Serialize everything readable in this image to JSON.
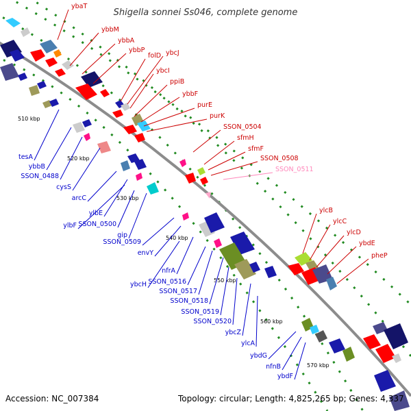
{
  "title": "Shigella sonnei Ss046, complete genome",
  "footer": {
    "accession": "Accession: NC_007384",
    "summary": "Topology: circular; Length: 4,825,265 bp; Genes: 4,337"
  },
  "colors": {
    "backbone": "#8c8c8c",
    "forward_label": "#cc0000",
    "reverse_label": "#0000cc",
    "pseudo_label": "#ff88bb",
    "tick": "#228b22"
  },
  "scale": {
    "ticks": [
      "510 kbp",
      "520 kbp",
      "530 kbp",
      "540 kbp",
      "550 kbp",
      "560 kbp",
      "570 kbp"
    ]
  },
  "forward_genes": [
    "ybaT",
    "ybbM",
    "ybbA",
    "ybbP",
    "folD",
    "ybcJ",
    "ybcI",
    "ppiB",
    "ybbF",
    "purE",
    "purK",
    "SSON_0504",
    "sfmH",
    "sfmF",
    "SSON_0508",
    "SSON_0511",
    "ylcB",
    "ylcC",
    "ylcD",
    "ybdE",
    "pheP"
  ],
  "reverse_genes": [
    "tesA",
    "ybbB",
    "SSON_0488",
    "cysS",
    "arcC",
    "ylbE",
    "ylbF",
    "SSON_0500",
    "gip",
    "SSON_0509",
    "envY",
    "nfrA",
    "ybcH",
    "SSON_0516",
    "SSON_0517",
    "SSON_0518",
    "SSON_0519",
    "SSON_0520",
    "ybcZ",
    "ylcA",
    "ybdG",
    "nfnB",
    "ybdF"
  ]
}
